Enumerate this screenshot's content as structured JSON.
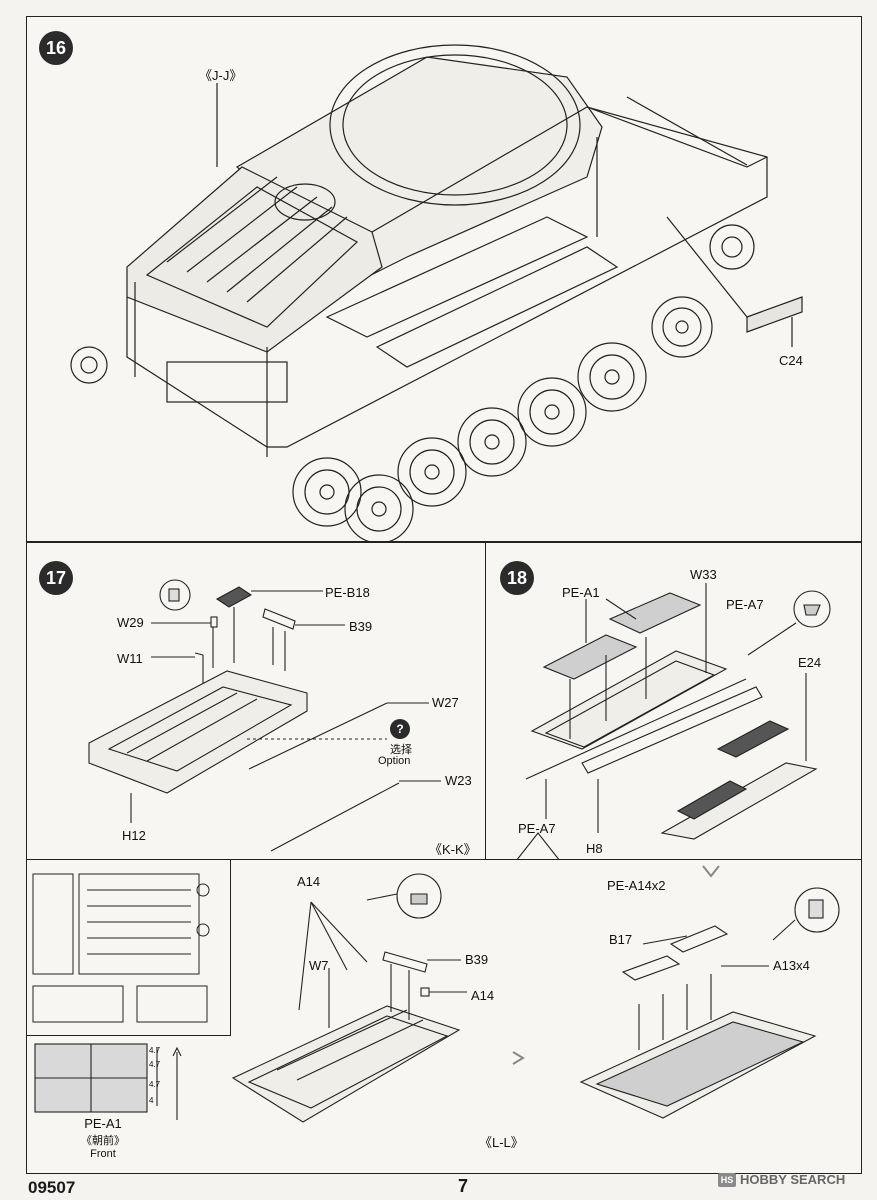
{
  "steps": {
    "s16": "16",
    "s17": "17",
    "s18": "18"
  },
  "step16": {
    "section": "《J-J》",
    "part_c24": "C24"
  },
  "step17": {
    "part_pe_b18": "PE-B18",
    "part_w29": "W29",
    "part_b39": "B39",
    "part_w11": "W11",
    "part_w27": "W27",
    "option_cn": "选择",
    "option_en": "Option",
    "option_mark": "?",
    "part_w23": "W23",
    "part_h12": "H12",
    "section": "《K-K》"
  },
  "step18": {
    "part_pe_a1": "PE-A1",
    "part_w33": "W33",
    "part_pe_a7_top": "PE-A7",
    "part_e24": "E24",
    "part_pe_a7_left": "PE-A7",
    "part_h8": "H8",
    "part_pe_a14": "PE-A14x2",
    "part_b17": "B17",
    "part_a13": "A13x4"
  },
  "bottom": {
    "part_a14_top": "A14",
    "part_w7": "W7",
    "part_b39": "B39",
    "part_a14_right": "A14",
    "section": "《L-L》",
    "detail_label": "PE-A1",
    "detail_cn": "《朝前》",
    "detail_en": "Front",
    "dims": [
      "4.7",
      "4.7",
      "4.7",
      "4"
    ]
  },
  "footer": {
    "code": "09507",
    "page": "7"
  },
  "watermark": {
    "logo": "HS",
    "text": "HOBBY SEARCH"
  },
  "colors": {
    "ink": "#1a1a1a",
    "paper": "#f7f6f2",
    "badge": "#2b2b2b"
  }
}
